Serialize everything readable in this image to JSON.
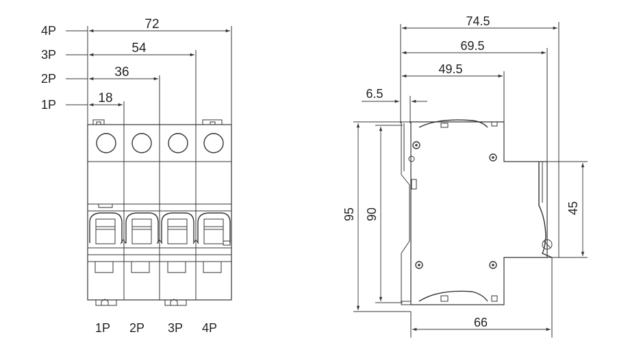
{
  "front_view": {
    "pole_labels_left": [
      "4P",
      "3P",
      "2P",
      "1P"
    ],
    "widths": [
      "72",
      "54",
      "36",
      "18"
    ],
    "pole_labels_bottom": [
      "1P",
      "2P",
      "3P",
      "4P"
    ]
  },
  "side_view": {
    "dims": {
      "depth_total": "74.5",
      "depth_toggle": "69.5",
      "depth_body": "49.5",
      "offset": "6.5",
      "height_total": "95",
      "height_body": "90",
      "height_front": "45",
      "depth_rail": "66"
    }
  },
  "colors": {
    "line": "#333333"
  }
}
